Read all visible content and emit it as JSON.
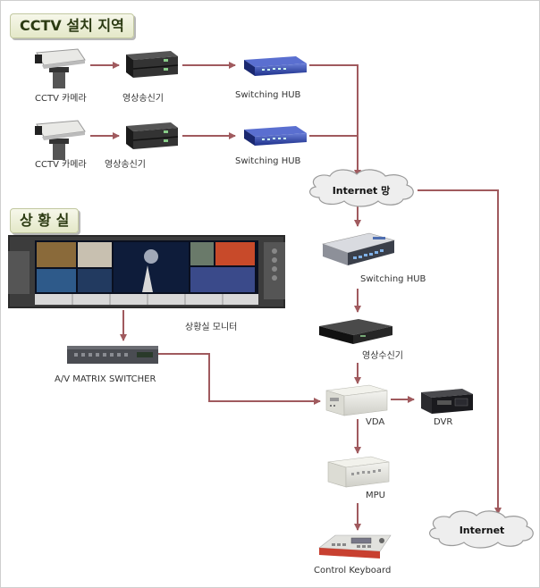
{
  "sections": {
    "cctv_title": "CCTV  설치 지역",
    "control_room_title": "상 황 실"
  },
  "labels": {
    "camera_1": "CCTV 카메라",
    "transmitter_1": "영상송신기",
    "hub_1": "Switching HUB",
    "camera_2": "CCTV 카메라",
    "transmitter_2": "영상송신기",
    "hub_2": "Switching HUB",
    "internet_network": "Internet 망",
    "hub_main": "Switching HUB",
    "receiver": "영상수신기",
    "monitor": "상황실 모니터",
    "matrix": "A/V  MATRIX SWITCHER",
    "vda": "VDA",
    "dvr": "DVR",
    "mpu": "MPU",
    "keyboard": "Control Keyboard",
    "internet": "Internet"
  },
  "colors": {
    "arrow": "#a05a5e",
    "cloud_fill": "#eeeeee"
  }
}
